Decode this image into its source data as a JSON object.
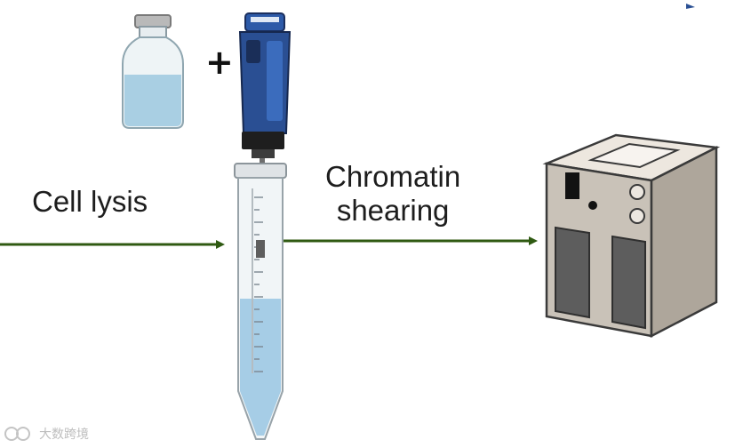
{
  "labels": {
    "step1": "Cell lysis",
    "step2_line1": "Chromatin",
    "step2_line2": "shearing"
  },
  "plus_sign": "+",
  "watermark": {
    "text": "大数跨境"
  },
  "colors": {
    "arrow": "#2f5a12",
    "sonicator_body": "#2a4f93",
    "vial_liquid": "#a9cfe3",
    "tube_liquid": "#a6cde6",
    "machine_body": "#c9c2b8",
    "machine_panel": "#5d5d5d"
  },
  "icons": [
    "reagent-vial-icon",
    "plus-icon",
    "sonicator-probe-icon",
    "conical-tube-icon",
    "sonicator-machine-icon"
  ]
}
